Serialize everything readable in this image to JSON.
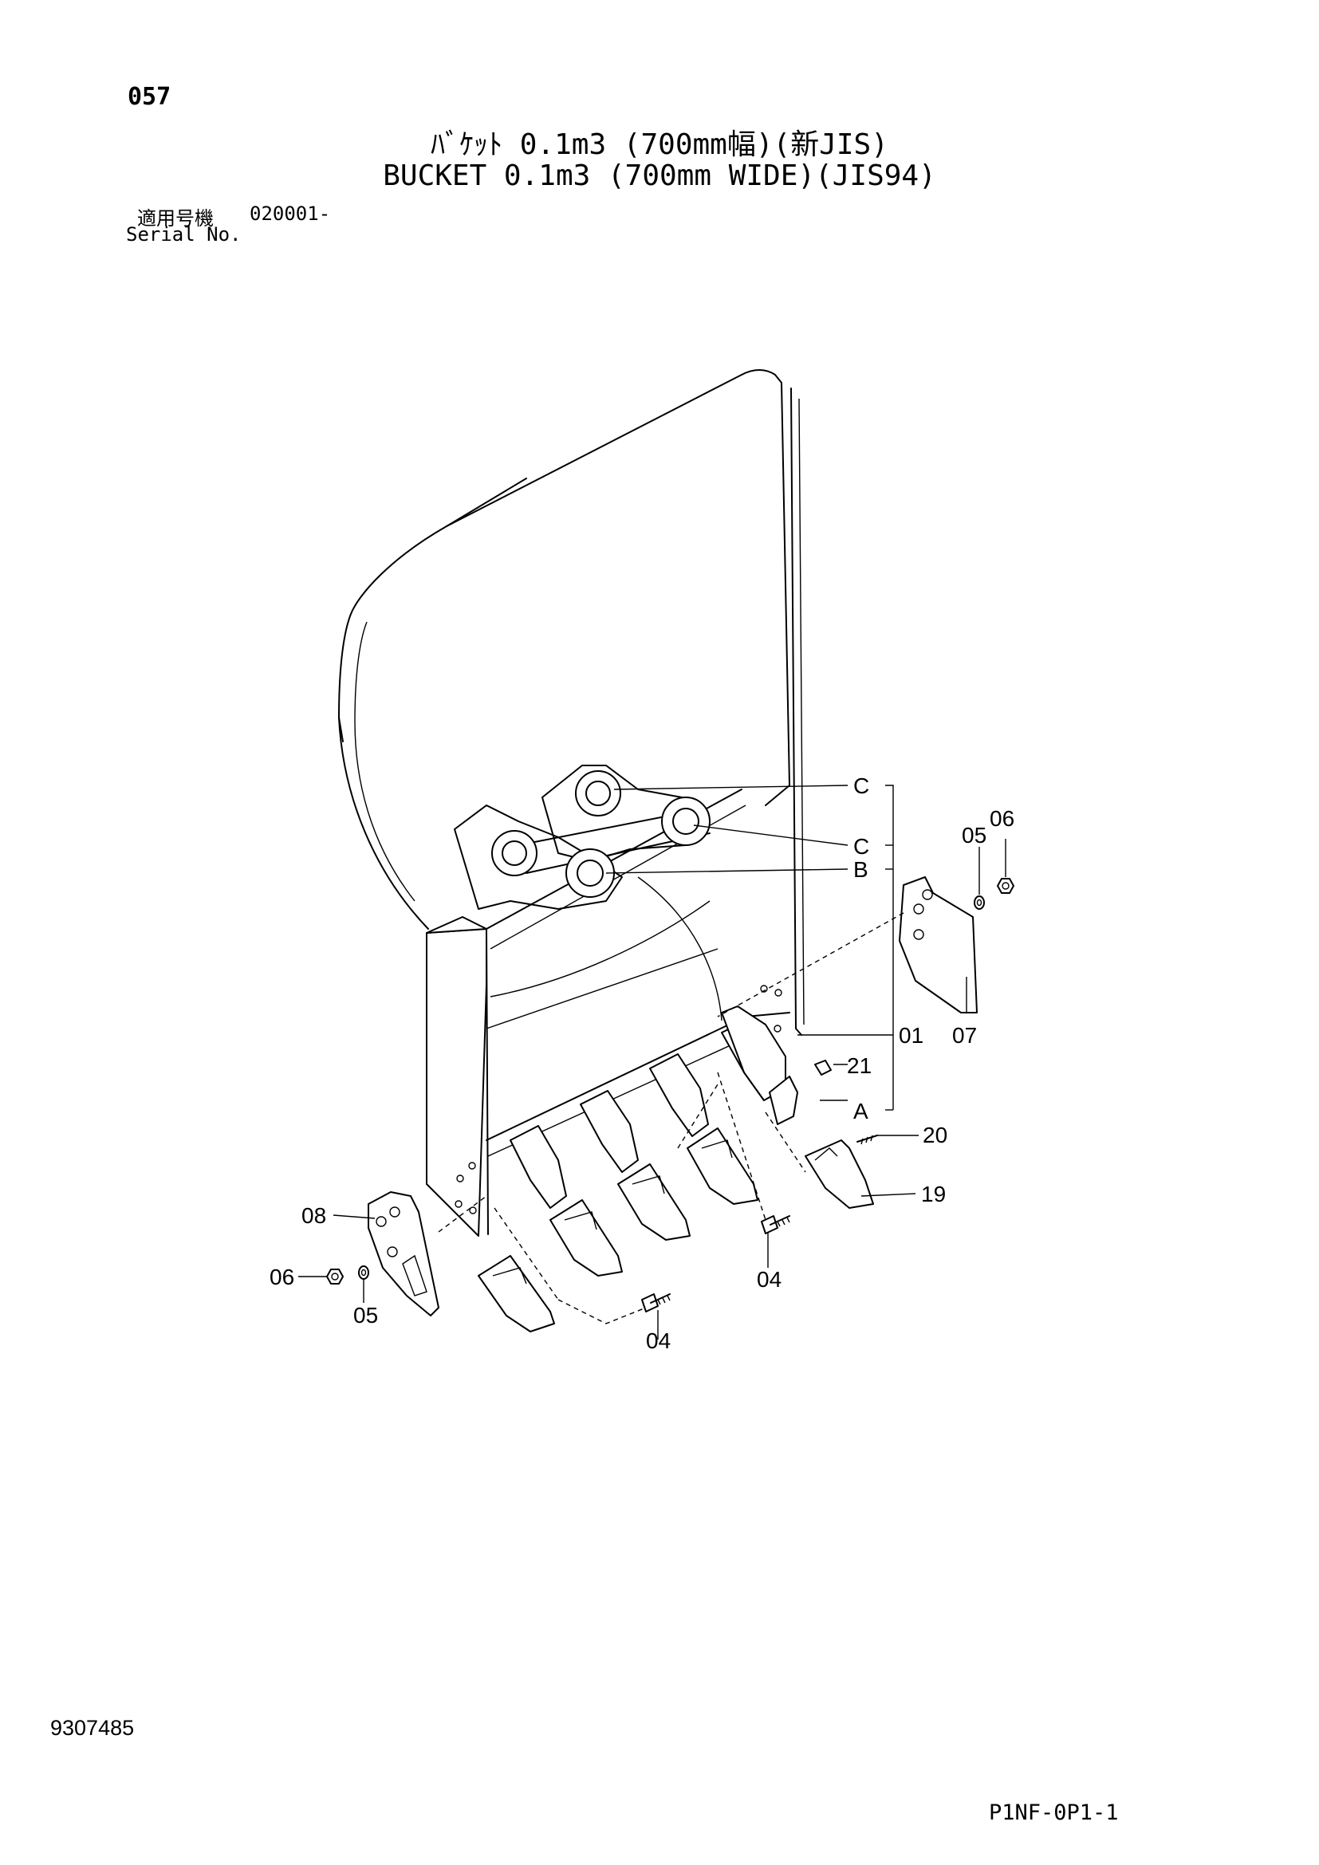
{
  "header": {
    "page_number": "057",
    "title_ja": "ﾊﾞｹｯﾄ 0.1m3 (700mm幅)(新JIS)",
    "title_en": "BUCKET 0.1m3 (700mm WIDE)(JIS94)",
    "serial_label_ja": "適用号機",
    "serial_value": "020001-",
    "serial_label_en": "Serial No."
  },
  "callouts": {
    "c_top": "C",
    "c_mid": "C",
    "b": "B",
    "a": "A",
    "p01": "01",
    "p04_left": "04",
    "p04_right": "04",
    "p05_left": "05",
    "p05_right": "05",
    "p06_left": "06",
    "p06_right": "06",
    "p07": "07",
    "p08": "08",
    "p19": "19",
    "p20": "20",
    "p21": "21"
  },
  "footer": {
    "drawing_number": "9307485",
    "sheet_reference": "P1NF-0P1-1"
  }
}
